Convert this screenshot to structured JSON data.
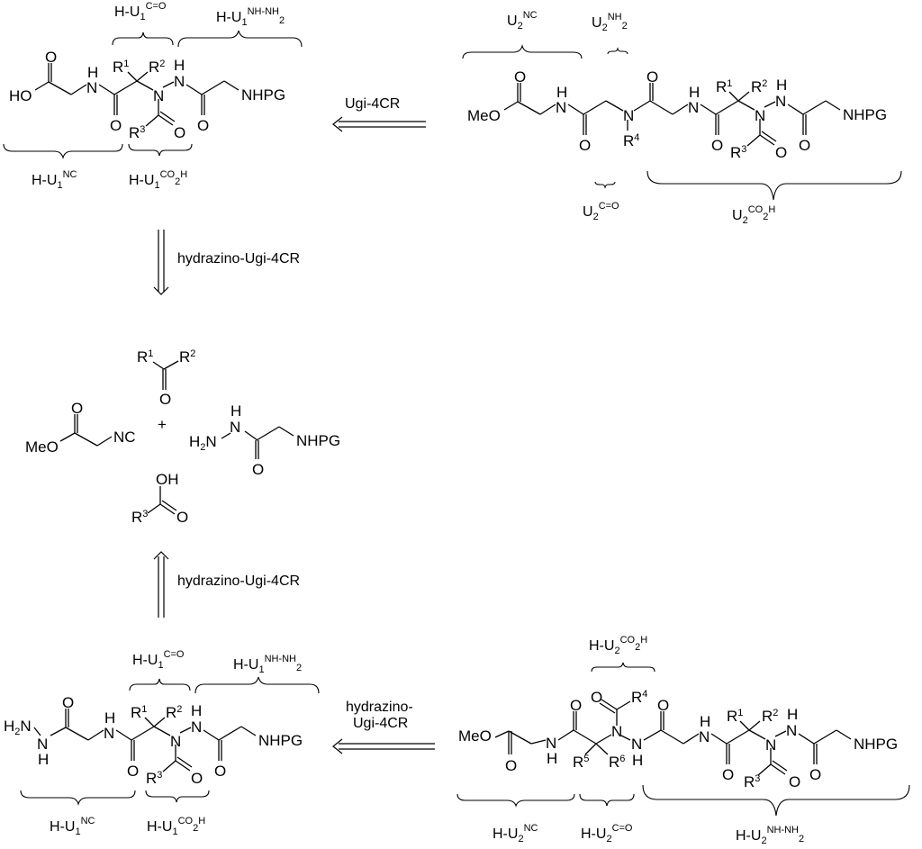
{
  "diagram": {
    "title": "Retrosynthetic analysis of hydrazino-Ugi oligomers",
    "colors": {
      "ink": "#000000",
      "background": "#ffffff"
    },
    "reactions": {
      "top_right_to_top_left": "Ugi-4CR",
      "top_left_to_center": "hydrazino-Ugi-4CR",
      "bottom_left_to_center": "hydrazino-Ugi-4CR",
      "bottom_right_to_bottom_left_line1": "hydrazino-",
      "bottom_right_to_bottom_left_line2": "Ugi-4CR"
    },
    "common_atoms": {
      "HO": "HO",
      "MeO": "MeO",
      "H": "H",
      "N": "N",
      "O": "O",
      "NHPG": "NHPG",
      "NC": "NC",
      "OH": "OH",
      "H2N": "H",
      "R": "R",
      "plus": "+",
      "sub2": "2"
    },
    "superscripts": {
      "r1": "1",
      "r2": "2",
      "r3": "3",
      "r4": "4",
      "r5": "5",
      "r6": "6"
    },
    "fragments": {
      "top_left": {
        "above": [
          {
            "base": "H-U",
            "sub": "1",
            "sup": "C=O"
          },
          {
            "base": "H-U",
            "sub": "1",
            "sup": "NH-NH",
            "sup_sub": "2"
          }
        ],
        "below": [
          {
            "base": "H-U",
            "sub": "1",
            "sup": "NC"
          },
          {
            "base": "H-U",
            "sub": "1",
            "sup": "CO",
            "sup_sub": "2",
            "sup_tail": "H"
          }
        ]
      },
      "top_right": {
        "above": [
          {
            "base": "U",
            "sub": "2",
            "sup": "NC"
          },
          {
            "base": "U",
            "sub": "2",
            "sup": "NH",
            "sup_sub": "2"
          }
        ],
        "below": [
          {
            "base": "U",
            "sub": "2",
            "sup": "C=O"
          },
          {
            "base": "U",
            "sub": "2",
            "sup": "CO",
            "sup_sub": "2",
            "sup_tail": "H"
          }
        ]
      },
      "bottom_left": {
        "above": [
          {
            "base": "H-U",
            "sub": "1",
            "sup": "C=O"
          },
          {
            "base": "H-U",
            "sub": "1",
            "sup": "NH-NH",
            "sup_sub": "2"
          }
        ],
        "below": [
          {
            "base": "H-U",
            "sub": "1",
            "sup": "NC"
          },
          {
            "base": "H-U",
            "sub": "1",
            "sup": "CO",
            "sup_sub": "2",
            "sup_tail": "H"
          }
        ]
      },
      "bottom_right": {
        "above": [
          {
            "base": "H-U",
            "sub": "2",
            "sup": "CO",
            "sup_sub": "2",
            "sup_tail": "H"
          }
        ],
        "below": [
          {
            "base": "H-U",
            "sub": "2",
            "sup": "NC"
          },
          {
            "base": "H-U",
            "sub": "2",
            "sup": "C=O"
          },
          {
            "base": "H-U",
            "sub": "2",
            "sup": "NH-NH",
            "sup_sub": "2"
          }
        ]
      }
    }
  }
}
